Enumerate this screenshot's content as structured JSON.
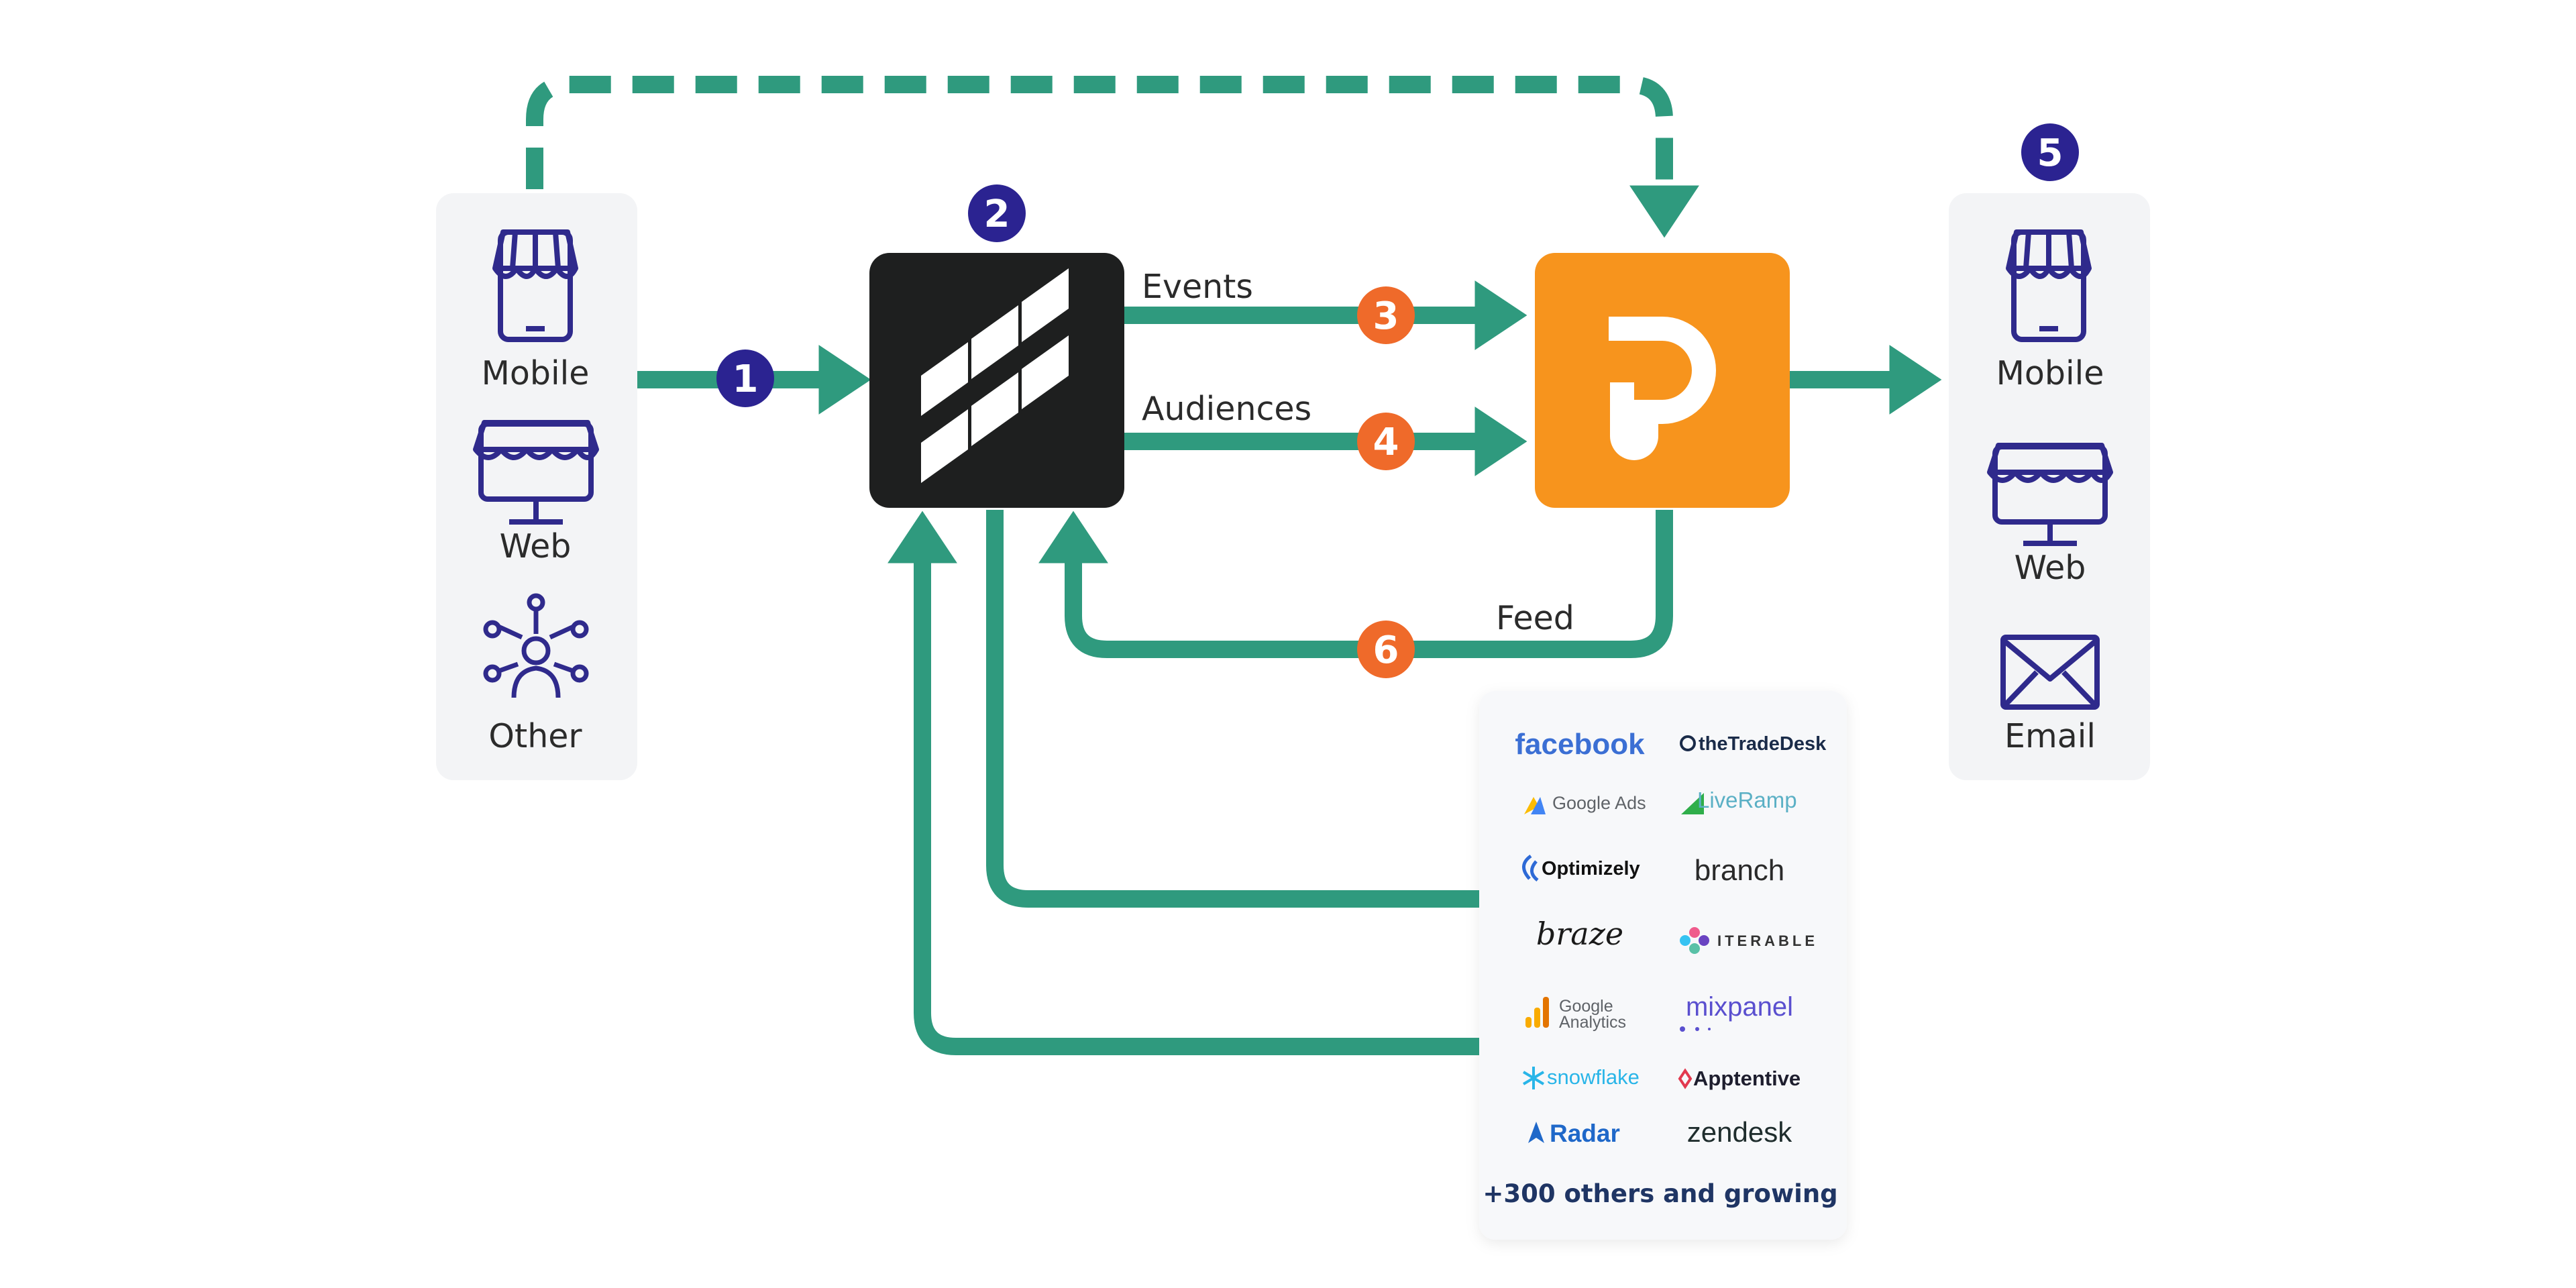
{
  "colors": {
    "arrow": "#2f9a7e",
    "badge_blue": "#2b2391",
    "badge_orange": "#ef6a2a",
    "icon_stroke": "#2f2a8c",
    "panel_bg": "#f3f4f6",
    "hub_dark": "#1e1f1f",
    "hub_orange": "#f7941d"
  },
  "badges": [
    "1",
    "2",
    "3",
    "4",
    "5",
    "6"
  ],
  "sources": {
    "mobile": "Mobile",
    "web": "Web",
    "other": "Other"
  },
  "flows": {
    "events": "Events",
    "audiences": "Audiences",
    "feed": "Feed"
  },
  "channels": {
    "mobile": "Mobile",
    "web": "Web",
    "email": "Email"
  },
  "integrations": {
    "facebook": "facebook",
    "thetradedesk": "theTradeDesk",
    "google_ads": "Google Ads",
    "liveramp": "LiveRamp",
    "optimizely": "Optimizely",
    "branch": "branch",
    "braze": "braze",
    "iterable": "ITERABLE",
    "google_analytics_1": "Google",
    "google_analytics_2": "Analytics",
    "mixpanel": "mixpanel",
    "snowflake": "snowflake",
    "apptentive": "Apptentive",
    "radar": "Radar",
    "zendesk": "zendesk",
    "more": "+300 others and growing"
  },
  "icons": {
    "source_mobile": "storefront-mobile-icon",
    "source_web": "storefront-monitor-icon",
    "source_other": "network-person-icon",
    "hub": "zigzag-logo",
    "destination": "p-logo",
    "channel_mobile": "storefront-mobile-icon",
    "channel_web": "storefront-monitor-icon",
    "channel_email": "envelope-icon"
  }
}
